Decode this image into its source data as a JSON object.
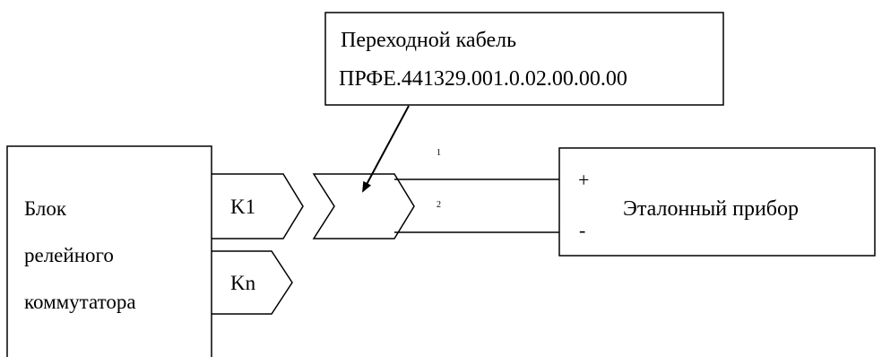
{
  "cable_label": {
    "line1": "Переходной кабель",
    "line2": "ПРФЕ.441329.001.0.02.00.00.00"
  },
  "relay_block": {
    "line1": "Блок",
    "line2": "релейного",
    "line3": "коммутатора"
  },
  "outputs": {
    "k1": "K1",
    "kn": "Kn"
  },
  "pins": {
    "pin1": "1",
    "pin2": "2"
  },
  "reference_device": {
    "label": "Эталонный прибор",
    "plus": "+",
    "minus": "-"
  }
}
